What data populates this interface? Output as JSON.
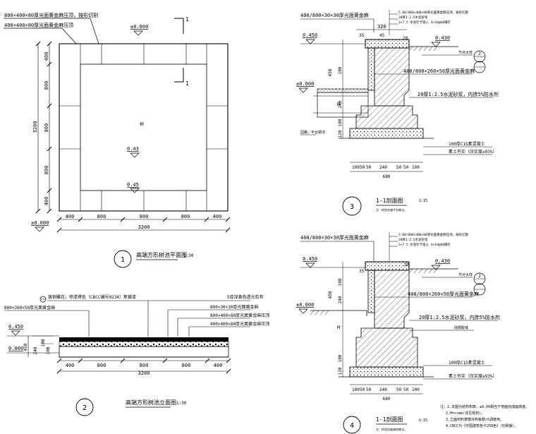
{
  "plan": {
    "callouts": [
      "800×400×80厚光面黄金麻压顶，按形切割",
      "400×400×80厚光面黄金麻压顶"
    ],
    "level_top": "±0.000",
    "level_left": "±0.000",
    "center_label": "树",
    "levels_mid": [
      "0.43",
      "0.45"
    ],
    "section_mark_num": "1",
    "dims_bottom": [
      "400",
      "800",
      "800",
      "800",
      "400"
    ],
    "dim_total": "3200",
    "dims_left": [
      "400",
      "800",
      "800",
      "800",
      "400"
    ],
    "dim_left_total": "3200",
    "title": "高端方形树池平面图",
    "scale": "1:30",
    "index": "1"
  },
  "elev": {
    "callouts_left": [
      "铸铜雕花，喷漆烤色（CBCC编号0234）焦镀漆",
      "800×260×50厚光面黄金麻"
    ],
    "callouts_right": [
      "5厚深黄色透光石布",
      "800×30×30厚光面黄金麻",
      "800×400×80厚光面黄金麻压顶",
      "400×400×80厚光面黄金麻压顶"
    ],
    "levels": [
      "0.450",
      "0.000"
    ],
    "dims_left": [
      "450",
      "240",
      "100",
      "100"
    ],
    "dims_bottom": [
      "400",
      "800",
      "800",
      "800",
      "400"
    ],
    "dim_total": "3200",
    "title": "高端方形树池立面图",
    "scale": "1:30",
    "index": "2"
  },
  "section1": {
    "callouts_top": [
      "400/800×30×30厚光面黄金麻",
      "5.00/800×400×80厚光面黄金麻压顶，按形切割",
      "20厚1:2.5水泥砂浆",
      "3×7.5 水泥钉卡嵌入 6×10@60铺钉"
    ],
    "levels": [
      "0.450",
      "0.430",
      "±0.000"
    ],
    "dims_top": [
      "35",
      "320",
      "45"
    ],
    "dim_top_20": "20",
    "dims_left": [
      "450",
      "240",
      "100",
      "100",
      "120"
    ],
    "note_a": "节点大样",
    "bubble_a": "2",
    "note_b": "400/800×260×50厚光面黄金麻",
    "note_c": "20厚1:2.5水泥砂浆，内掺5%防水剂",
    "note_d": "100厚C15素混凝土",
    "note_e": "素土夯实（压实度≥93%）",
    "note_f": "园路、平台做法",
    "h_mark": "H",
    "dims_bottom": [
      "100",
      "50",
      "50",
      "240",
      "50",
      "50",
      "100"
    ],
    "dim_total": "680",
    "title": "1-1剖面图",
    "scale": "1:15",
    "subtitle": "注：树池实施平台做法。",
    "index": "3"
  },
  "section2": {
    "callouts_top": [
      "400/800×30×30厚光面黄金麻",
      "5.00/800×400×80厚光面黄金麻压顶，按形切割",
      "20厚1:2.5水泥砂浆",
      "3×7.5 水泥钉卡嵌入 6×10@60铺钉"
    ],
    "levels": [
      "0.450",
      "0.430",
      "±0.000"
    ],
    "dims_top": [
      "35",
      "20"
    ],
    "dims_left": [
      "450",
      "240",
      "100",
      "100",
      "120"
    ],
    "note_a": "节点大样",
    "bubble_a": "2",
    "note_b": "400/800×260×50厚光面黄金麻",
    "note_c": "20厚1:2.5水泥砂浆，内掺5%防水剂",
    "note_c2": "硅酮胶缝",
    "note_d": "100厚C15素混凝土",
    "note_e": "素土夯实（压实度≥93%）",
    "h_mark": "H",
    "dims_bottom": [
      "100",
      "50",
      "50",
      "240",
      "50",
      "50",
      "100"
    ],
    "dim_total": "680",
    "title": "1-1剖面图",
    "scale": "1:15",
    "subtitle": "注：树池实施绿地做法。",
    "index": "4"
  },
  "notes": [
    "注：1.本图为结构构筑，±0.00相当于地面完成面高度。",
    "2.H=××mm(详见规划)。",
    "3.立面材料按模块构板数>5调度用。",
    "4.CBCC为《中国建筑色卡258色》（印刷版）。"
  ]
}
